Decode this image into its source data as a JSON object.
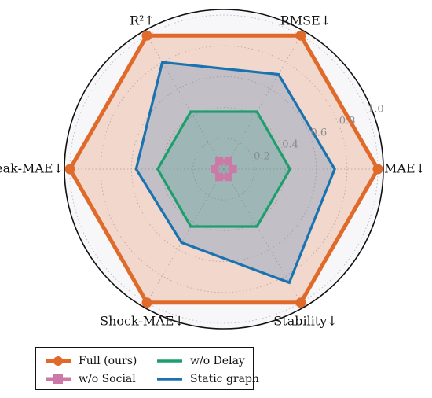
{
  "chart_data": {
    "type": "radar",
    "axes": [
      "MAE↓",
      "RMSE↓",
      "R²↑",
      "Peak-MAE↓",
      "Shock-MAE↓",
      "Stability↓"
    ],
    "rlim": [
      0,
      1.0
    ],
    "rticks": [
      0.2,
      0.4,
      0.6,
      0.8,
      1.0
    ],
    "rtick_labels": [
      "0.2",
      "0.4",
      "0.6",
      "0.8",
      "1.0"
    ],
    "grid": true,
    "legend_position": "bottom-left",
    "series": [
      {
        "name": "Full (ours)",
        "values": [
          1.0,
          1.0,
          1.0,
          1.0,
          1.0,
          1.0
        ],
        "color": "#e06a2a",
        "marker": "circle",
        "fill": true
      },
      {
        "name": "w/o Social",
        "values": [
          0.06,
          0.06,
          0.06,
          0.06,
          0.06,
          0.06
        ],
        "color": "#cc79a7",
        "marker": "square",
        "fill": false
      },
      {
        "name": "w/o Delay",
        "values": [
          0.43,
          0.43,
          0.43,
          0.43,
          0.43,
          0.43
        ],
        "color": "#1e9e6e",
        "marker": "none",
        "fill": false
      },
      {
        "name": "Static graph",
        "values": [
          0.72,
          0.71,
          0.8,
          0.57,
          0.55,
          0.85
        ],
        "color": "#1a73b0",
        "marker": "none",
        "fill": false
      }
    ]
  },
  "legend": {
    "items": [
      {
        "label": "Full (ours)"
      },
      {
        "label": "w/o Delay"
      },
      {
        "label": "w/o Social"
      },
      {
        "label": "Static graph"
      }
    ]
  }
}
